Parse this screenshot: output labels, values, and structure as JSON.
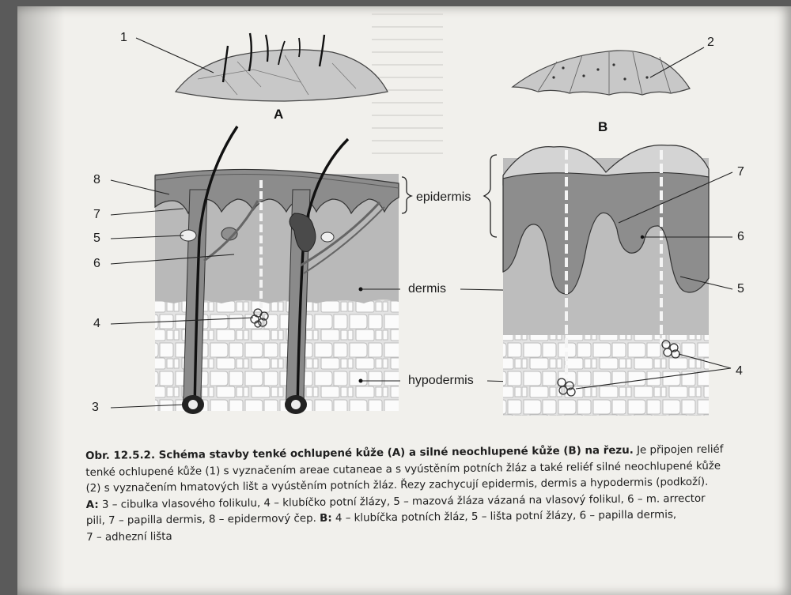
{
  "figure": {
    "labels": {
      "panel_a": "A",
      "panel_b": "B",
      "n1": "1",
      "n2": "2",
      "n3": "3",
      "n4a": "4",
      "n5a": "5",
      "n6a": "6",
      "n7a": "7",
      "n8": "8",
      "n4b": "4",
      "n5b": "5",
      "n6b": "6",
      "n7b": "7",
      "epidermis": "epidermis",
      "dermis": "dermis",
      "hypodermis": "hypodermis"
    }
  },
  "caption": {
    "lead": "Obr. 12.5.2. Schéma stavby tenké ochlupené kůže (A) a silné neochlupené kůže (B) na řezu.",
    "line1_rest": " Je připojen reliéf",
    "line2": "tenké ochlupené kůže (1) s vyznačením areae cutaneae a s vyústěním potních žláz a také reliéf silné neochlupené kůže",
    "line3": "(2) s vyznačením hmatových lišt a vyústěním potních žláz. Řezy zachycují epidermis, dermis a hypodermis (podkoží).",
    "line4_a": "A:",
    "line4_rest": " 3 – cibulka vlasového folikulu, 4 – klubíčko potní žlázy, 5 – mazová žláza vázaná na vlasový folikul, 6 – m. arrector",
    "line5_a": "pili, 7 – papilla dermis, 8 – epidermový čep. ",
    "line5_b": "B:",
    "line5_rest": " 4 – klubíčka potních žláz, 5 – lišta potní žlázy, 6 – papilla dermis,",
    "line6": "7 – adhezní lišta"
  }
}
